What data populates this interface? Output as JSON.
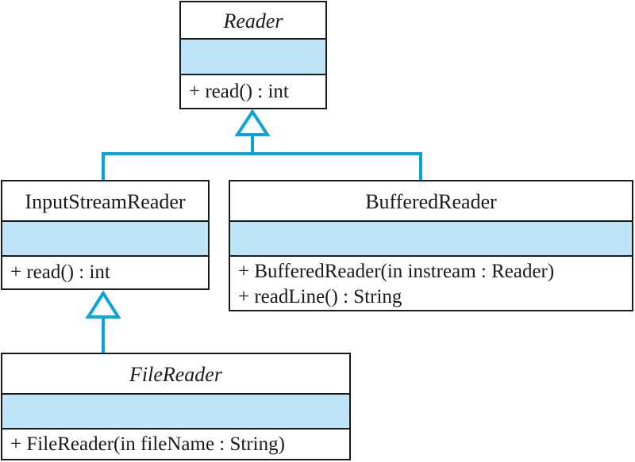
{
  "colors": {
    "border": "#1a1a1a",
    "attribute_fill": "#bde4f7",
    "connector": "#0aa4dc",
    "background": "#ffffff"
  },
  "classes": {
    "reader": {
      "name": "Reader",
      "abstract": true,
      "operations": [
        "+ read() : int"
      ]
    },
    "input_stream_reader": {
      "name": "InputStreamReader",
      "abstract": false,
      "operations": [
        "+ read() : int"
      ]
    },
    "buffered_reader": {
      "name": "BufferedReader",
      "abstract": false,
      "operations": [
        "+ BufferedReader(in instream : Reader)",
        "+ readLine() : String"
      ]
    },
    "file_reader": {
      "name": "FileReader",
      "abstract": true,
      "operations": [
        "+ FileReader(in fileName : String)"
      ]
    }
  },
  "relationships": [
    {
      "type": "generalization",
      "from": "InputStreamReader",
      "to": "Reader"
    },
    {
      "type": "generalization",
      "from": "BufferedReader",
      "to": "Reader"
    },
    {
      "type": "generalization",
      "from": "FileReader",
      "to": "InputStreamReader"
    }
  ]
}
